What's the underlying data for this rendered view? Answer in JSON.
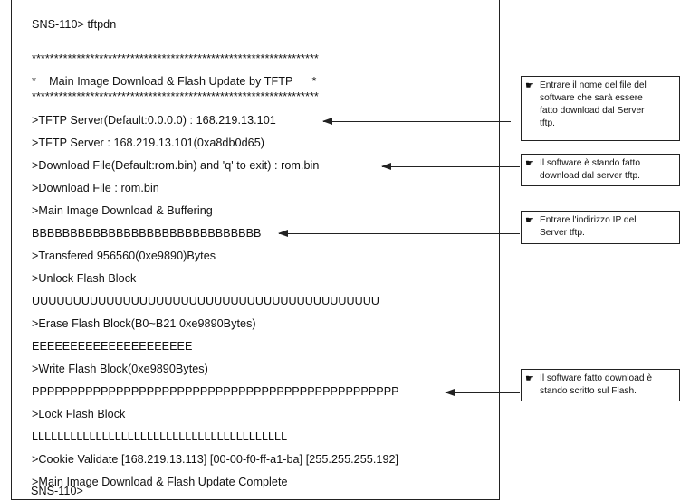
{
  "console": {
    "lines": [
      "SNS-110> tftpdn",
      "****************************************************************",
      "*    Main Image Download & Flash Update by TFTP      *",
      "****************************************************************",
      ">TFTP Server(Default:0.0.0.0) : 168.219.13.101",
      ">TFTP Server : 168.219.13.101(0xa8db0d65)",
      ">Download File(Default:rom.bin) and 'q' to exit) : rom.bin",
      ">Download File : rom.bin",
      ">Main Image Download & Buffering",
      "BBBBBBBBBBBBBBBBBBBBBBBBBBBBBB",
      ">Transfered 956560(0xe9890)Bytes",
      ">Unlock Flash Block",
      "UUUUUUUUUUUUUUUUUUUUUUUUUUUUUUUUUUUUUUUUUU",
      ">Erase Flash Block(B0~B21 0xe9890Bytes)",
      "EEEEEEEEEEEEEEEEEEEEE",
      ">Write Flash Block(0xe9890Bytes)",
      "PPPPPPPPPPPPPPPPPPPPPPPPPPPPPPPPPPPPPPPPPPPPPPPP",
      ">Lock Flash Block",
      "LLLLLLLLLLLLLLLLLLLLLLLLLLLLLLLLLLLLLLLL",
      ">Cookie Validate [168.219.13.113] [00-00-f0-ff-a1-ba] [255.255.255.192]",
      ">Main Image Download & Flash Update Complete",
      "SNS-110>"
    ]
  },
  "callouts": {
    "hand_glyph": "☛",
    "items": [
      {
        "text_lines": [
          "Entrare il nome del file del",
          "software che sarà essere",
          "fatto download dal Server",
          "tftp."
        ]
      },
      {
        "text_lines": [
          "Il software è stando fatto",
          "download dal server tftp."
        ]
      },
      {
        "text_lines": [
          "Entrare l'indirizzo IP del",
          "Server tftp."
        ]
      },
      {
        "text_lines": [
          "Il software fatto download è",
          "stando scritto sul Flash."
        ]
      }
    ]
  }
}
